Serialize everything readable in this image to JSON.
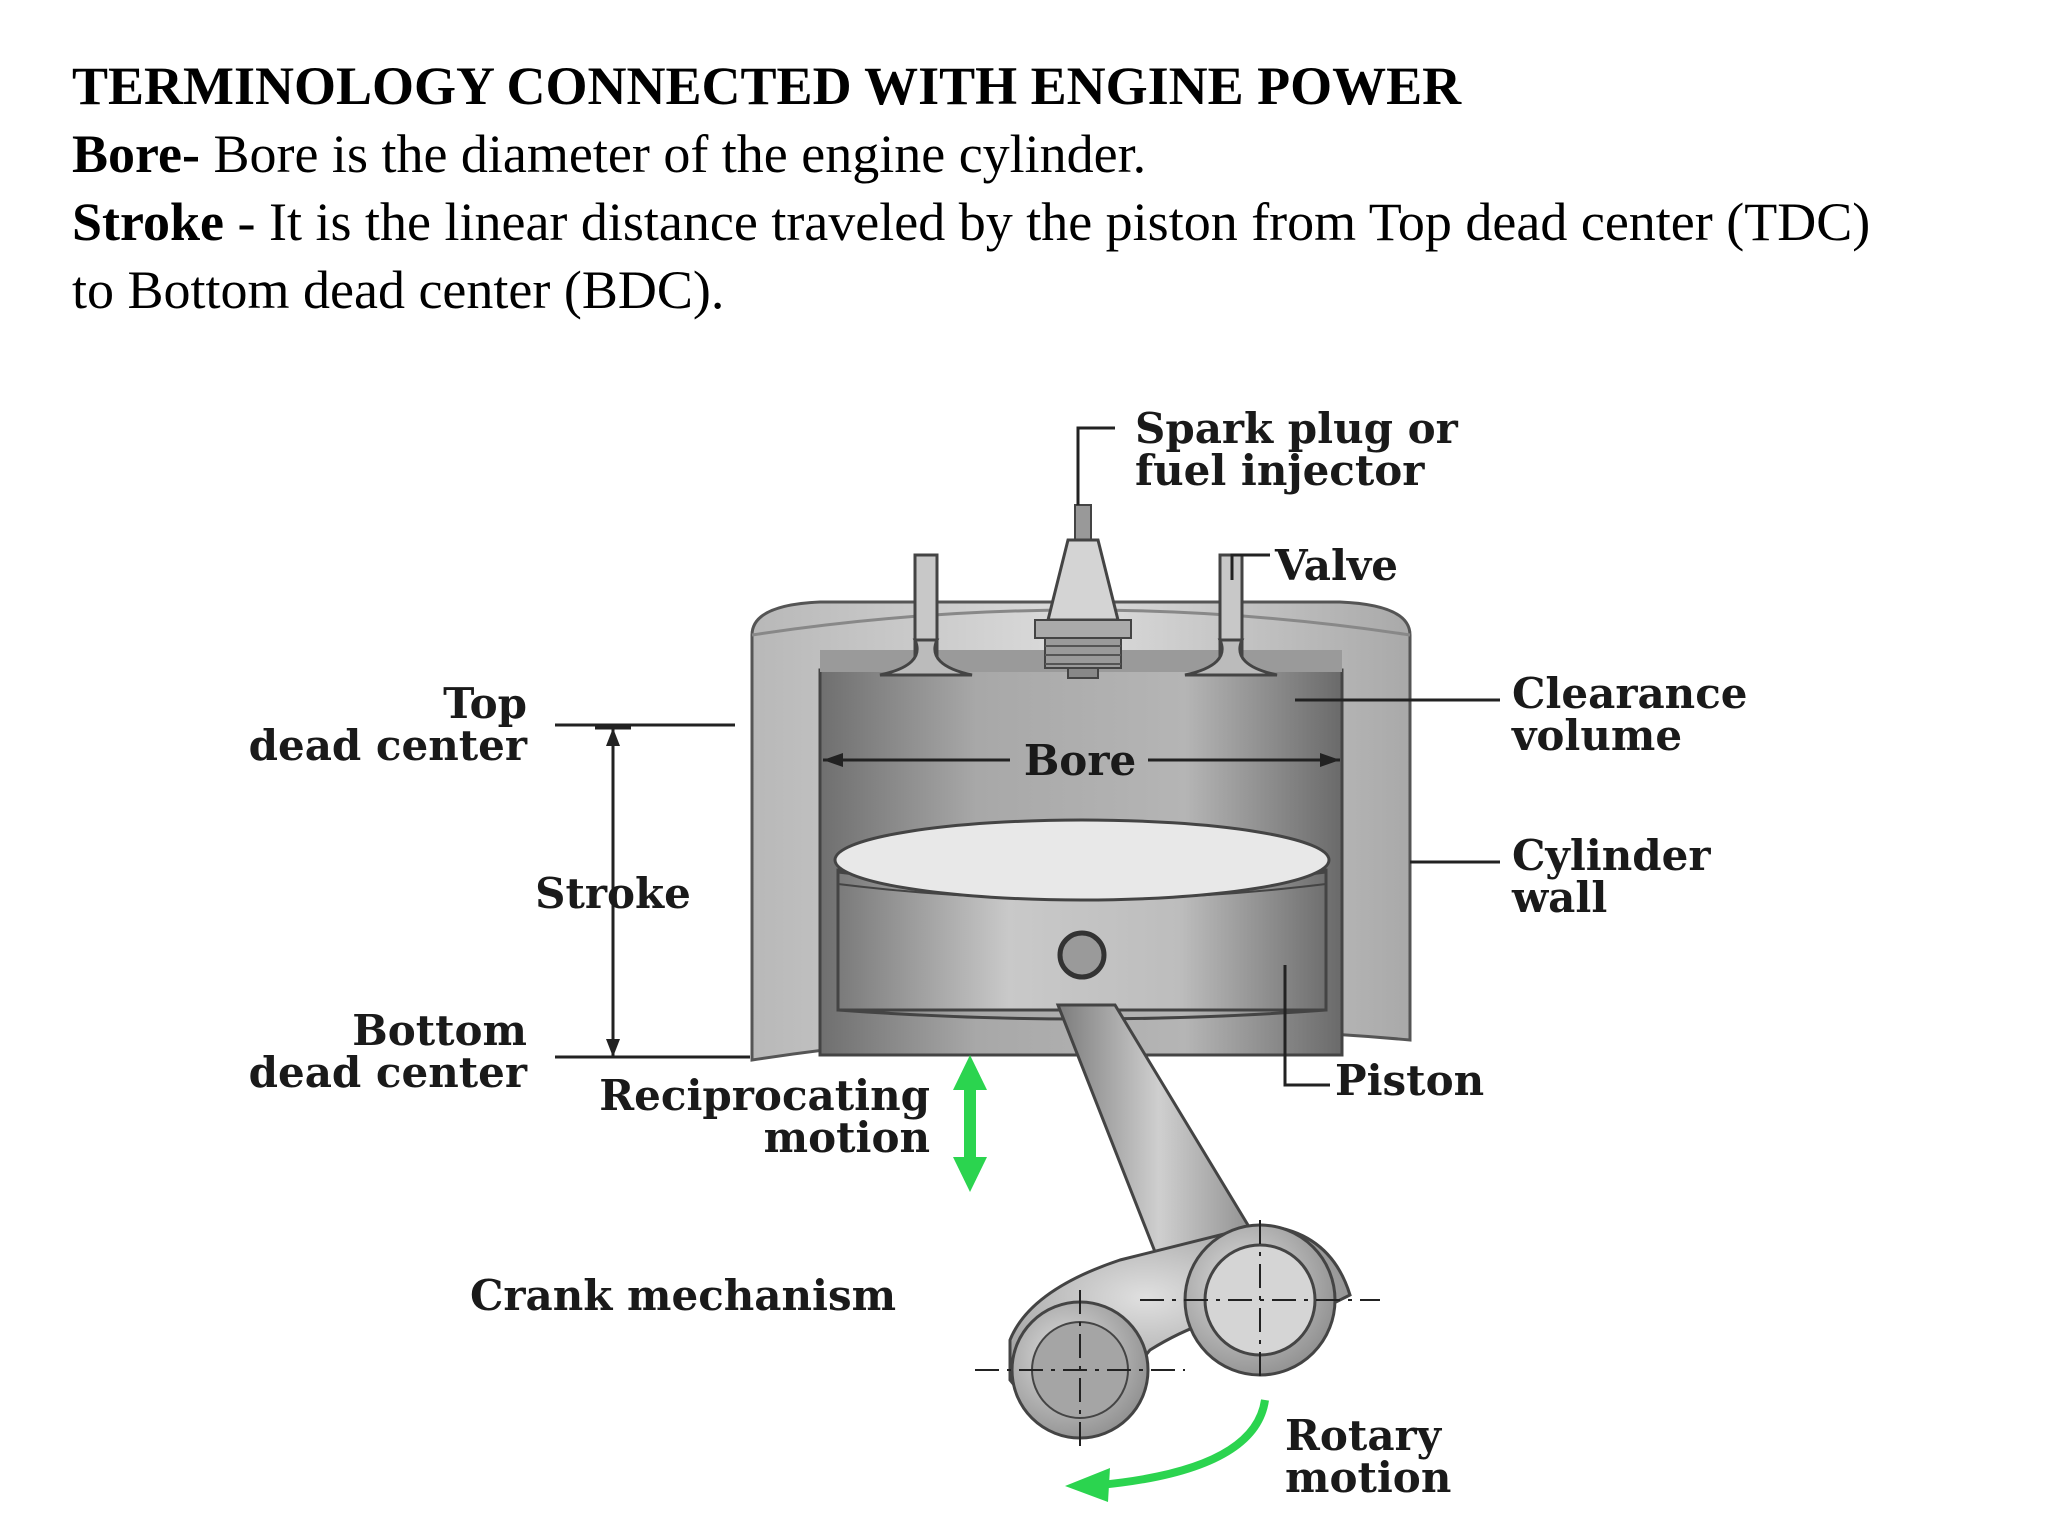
{
  "heading": "TERMINOLOGY CONNECTED WITH ENGINE POWER",
  "bore_def": {
    "term": "Bore-",
    "text": " Bore is the diameter of the engine cylinder."
  },
  "stroke_def": {
    "term": "Stroke",
    "text": " - It is the linear distance traveled by the piston from Top dead center (TDC)",
    "text2": "to Bottom dead center (BDC)."
  },
  "diagram_labels": {
    "spark_plug_1": "Spark plug or",
    "spark_plug_2": "fuel injector",
    "valve": "Valve",
    "clearance_1": "Clearance",
    "clearance_2": "volume",
    "cylinder_wall_1": "Cylinder",
    "cylinder_wall_2": "wall",
    "tdc_1": "Top",
    "tdc_2": "dead center",
    "bore": "Bore",
    "stroke": "Stroke",
    "bdc_1": "Bottom",
    "bdc_2": "dead center",
    "recip_1": "Reciprocating",
    "recip_2": "motion",
    "piston": "Piston",
    "crank": "Crank mechanism",
    "rotary_1": "Rotary",
    "rotary_2": "motion"
  },
  "colors": {
    "motion_arrow": "#2bd44f",
    "metal_dark": "#8a8a8a",
    "metal_light": "#e6e6e6"
  }
}
